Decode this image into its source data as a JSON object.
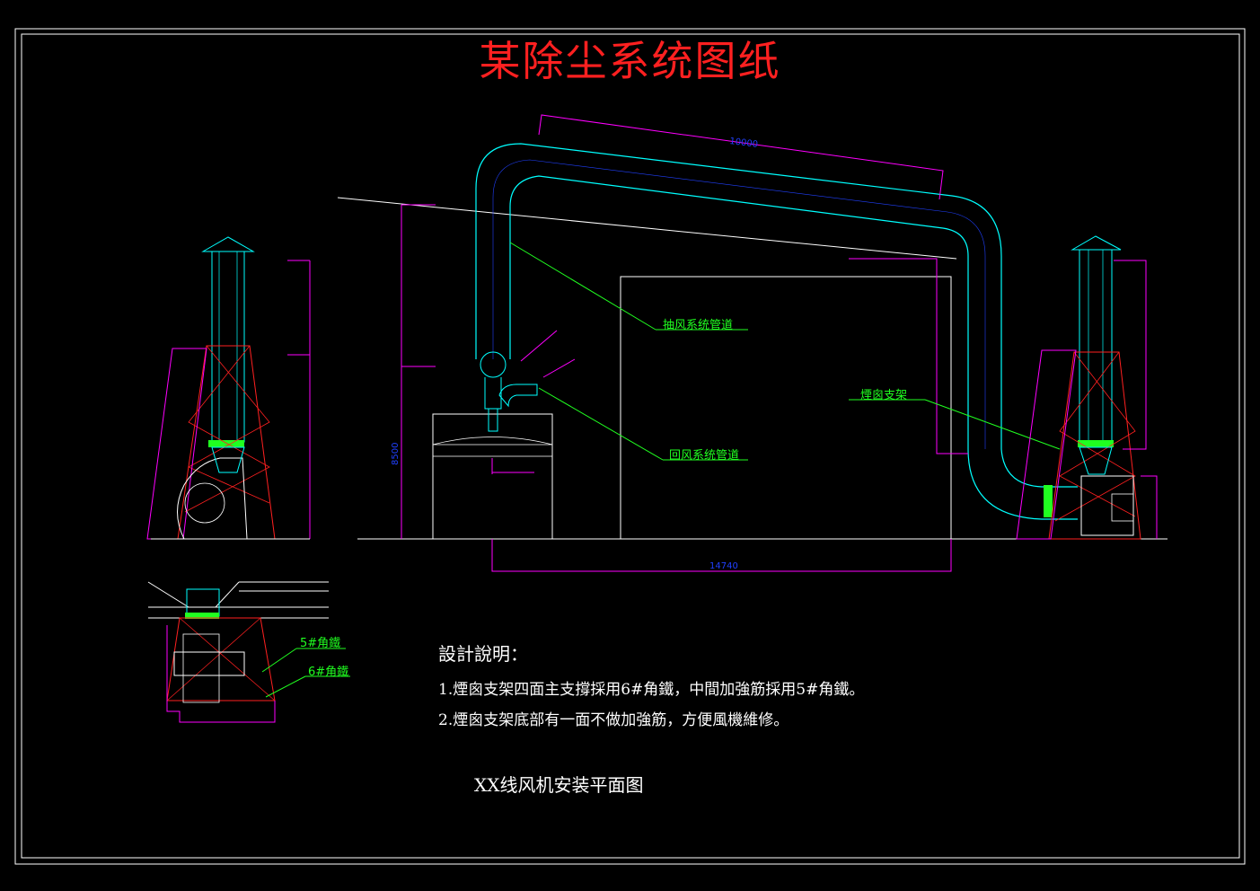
{
  "title": "某除尘系统图纸",
  "colors": {
    "background": "#000000",
    "frame": "#ffffff",
    "title": "#ff2020",
    "duct": "#00ffff",
    "structure": "#ffffff",
    "dimension": "#ff00ff",
    "support": "#ff2020",
    "label": "#20ff20",
    "note": "#ffffff",
    "dim_text": "#2040ff"
  },
  "labels": {
    "exhaust_duct": "抽风系统管道",
    "return_duct": "回风系统管道",
    "chimney_support": "煙囪支架",
    "angle_5": "5#角鐵",
    "angle_6": "6#角鐵"
  },
  "notes": {
    "heading": "設計說明：",
    "line1": "1.煙囪支架四面主支撐採用6#角鐵，中間加強筋採用5#角鐵。",
    "line2": "2.煙囪支架底部有一面不做加強筋，方便風機維修。"
  },
  "subtitle": "XX线风机安装平面图",
  "dimensions": {
    "top_span": "10000",
    "bottom_span": "14740",
    "left_height": "8500"
  }
}
